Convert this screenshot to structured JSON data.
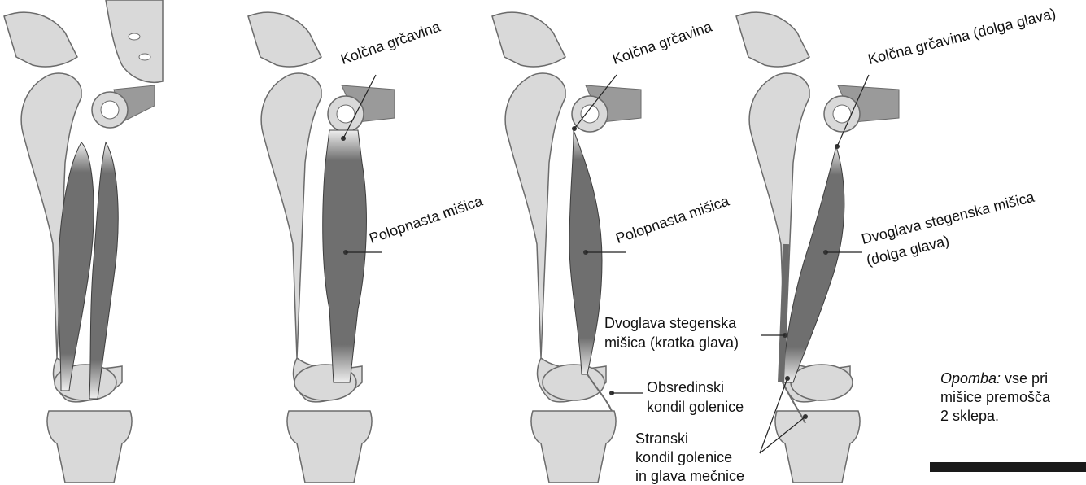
{
  "title_fragment": "",
  "panels": [
    {
      "id": "all"
    },
    {
      "id": "semimembranosus"
    },
    {
      "id": "semitendinosus"
    },
    {
      "id": "biceps"
    }
  ],
  "labels": {
    "p2_origin": "Kolčna grčavina",
    "p2_muscle": "Polopnasta mišica",
    "p3_origin": "Kolčna grčavina",
    "p3_muscle": "Polopnasta mišica",
    "p3_short_head_1": "Dvoglava stegenska",
    "p3_short_head_2": "mišica (kratka glava)",
    "p3_medial_1": "Obsredinski",
    "p3_medial_2": "kondil golenice",
    "p3_lateral_1": "Stranski",
    "p3_lateral_2": "kondil golenice",
    "p3_lateral_3": "in glava mečnice",
    "p4_origin": "Kolčna grčavina (dolga glava)",
    "p4_muscle_1": "Dvoglava stegenska mišica",
    "p4_muscle_2": "(dolga glava)"
  },
  "note": {
    "prefix": "Opomba:",
    "line1_rest": " vse pri",
    "line2": "mišice premošča",
    "line3": "2 sklepa."
  },
  "colors": {
    "bone": "#d9d9d9",
    "bone_stroke": "#6b6b6b",
    "pelvis_dark": "#9a9a9a",
    "muscle": "#6f6f6f",
    "muscle_line": "#3d3d3d",
    "tendon": "#ececec"
  }
}
